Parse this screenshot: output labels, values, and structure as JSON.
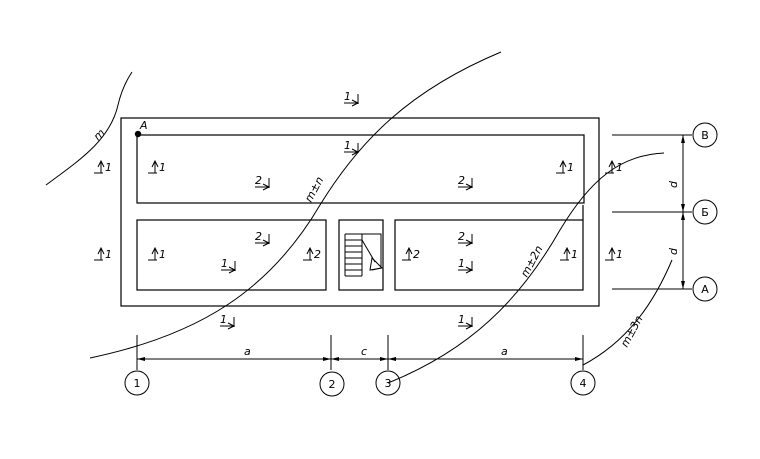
{
  "point_label": "A",
  "contours": {
    "c0": "m",
    "c1": "m±n",
    "c2": "m±2n",
    "c3": "m±3n"
  },
  "axes": {
    "num": [
      "1",
      "2",
      "3",
      "4"
    ],
    "let": [
      "В",
      "Б",
      "А"
    ]
  },
  "dims": {
    "a1": "a",
    "c": "c",
    "a2": "a",
    "d1": "d",
    "d2": "d"
  },
  "marks": {
    "top1": "1",
    "in_top_mid": "1",
    "left_out_1": "1",
    "left_in_1": "1",
    "top_two_a": "2",
    "top_two_b": "2",
    "top_right_in": "1",
    "right_out_1": "1",
    "left_out_2": "1",
    "left_in_2": "1",
    "bl_two_top": "2",
    "bl_one": "1",
    "bl_two_right": "2",
    "br_two_left": "2",
    "br_two_top": "2",
    "br_one": "1",
    "br_right_in": "1",
    "right_out_2": "1",
    "bottom1_a": "1",
    "bottom1_b": "1"
  }
}
